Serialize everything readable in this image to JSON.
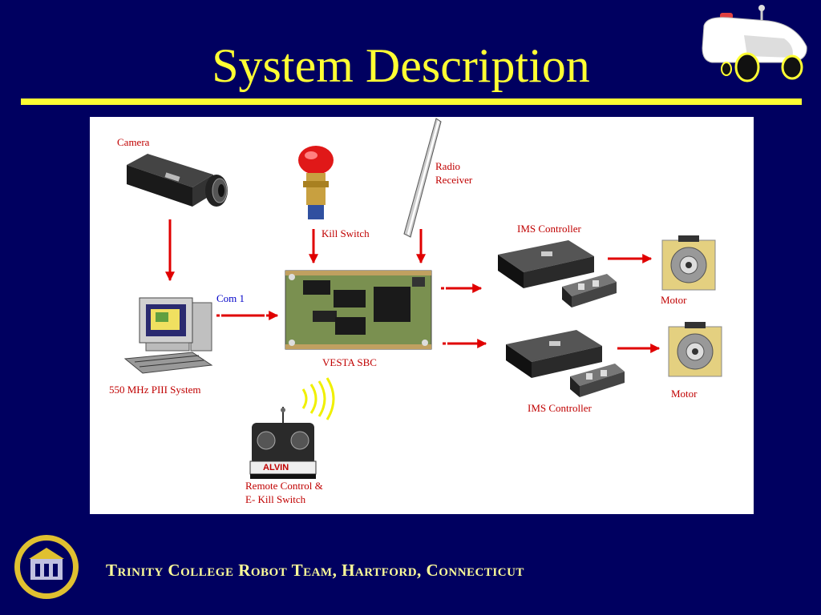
{
  "slide": {
    "title": "System Description",
    "footer": "Trinity College Robot Team, Hartford, Connecticut"
  },
  "diagram": {
    "labels": {
      "camera": "Camera",
      "kill_switch": "Kill Switch",
      "radio_receiver_line1": "Radio",
      "radio_receiver_line2": "Receiver",
      "ims_controller_top": "IMS Controller",
      "motor_top": "Motor",
      "com1": "Com 1",
      "pc_system": "550 MHz PIII System",
      "vesta_sbc": "VESTA SBC",
      "ims_controller_bottom": "IMS Controller",
      "motor_bottom": "Motor",
      "remote_line1": "Remote Control &",
      "remote_line2": "E- Kill Switch",
      "remote_brand": "ALVIN"
    }
  },
  "colors": {
    "background": "#000060",
    "title": "#ffff33",
    "rule": "#ffff33",
    "footer": "#ffff99",
    "label_red": "#c00000",
    "label_blue": "#0000c8",
    "arrow": "#e00000"
  }
}
